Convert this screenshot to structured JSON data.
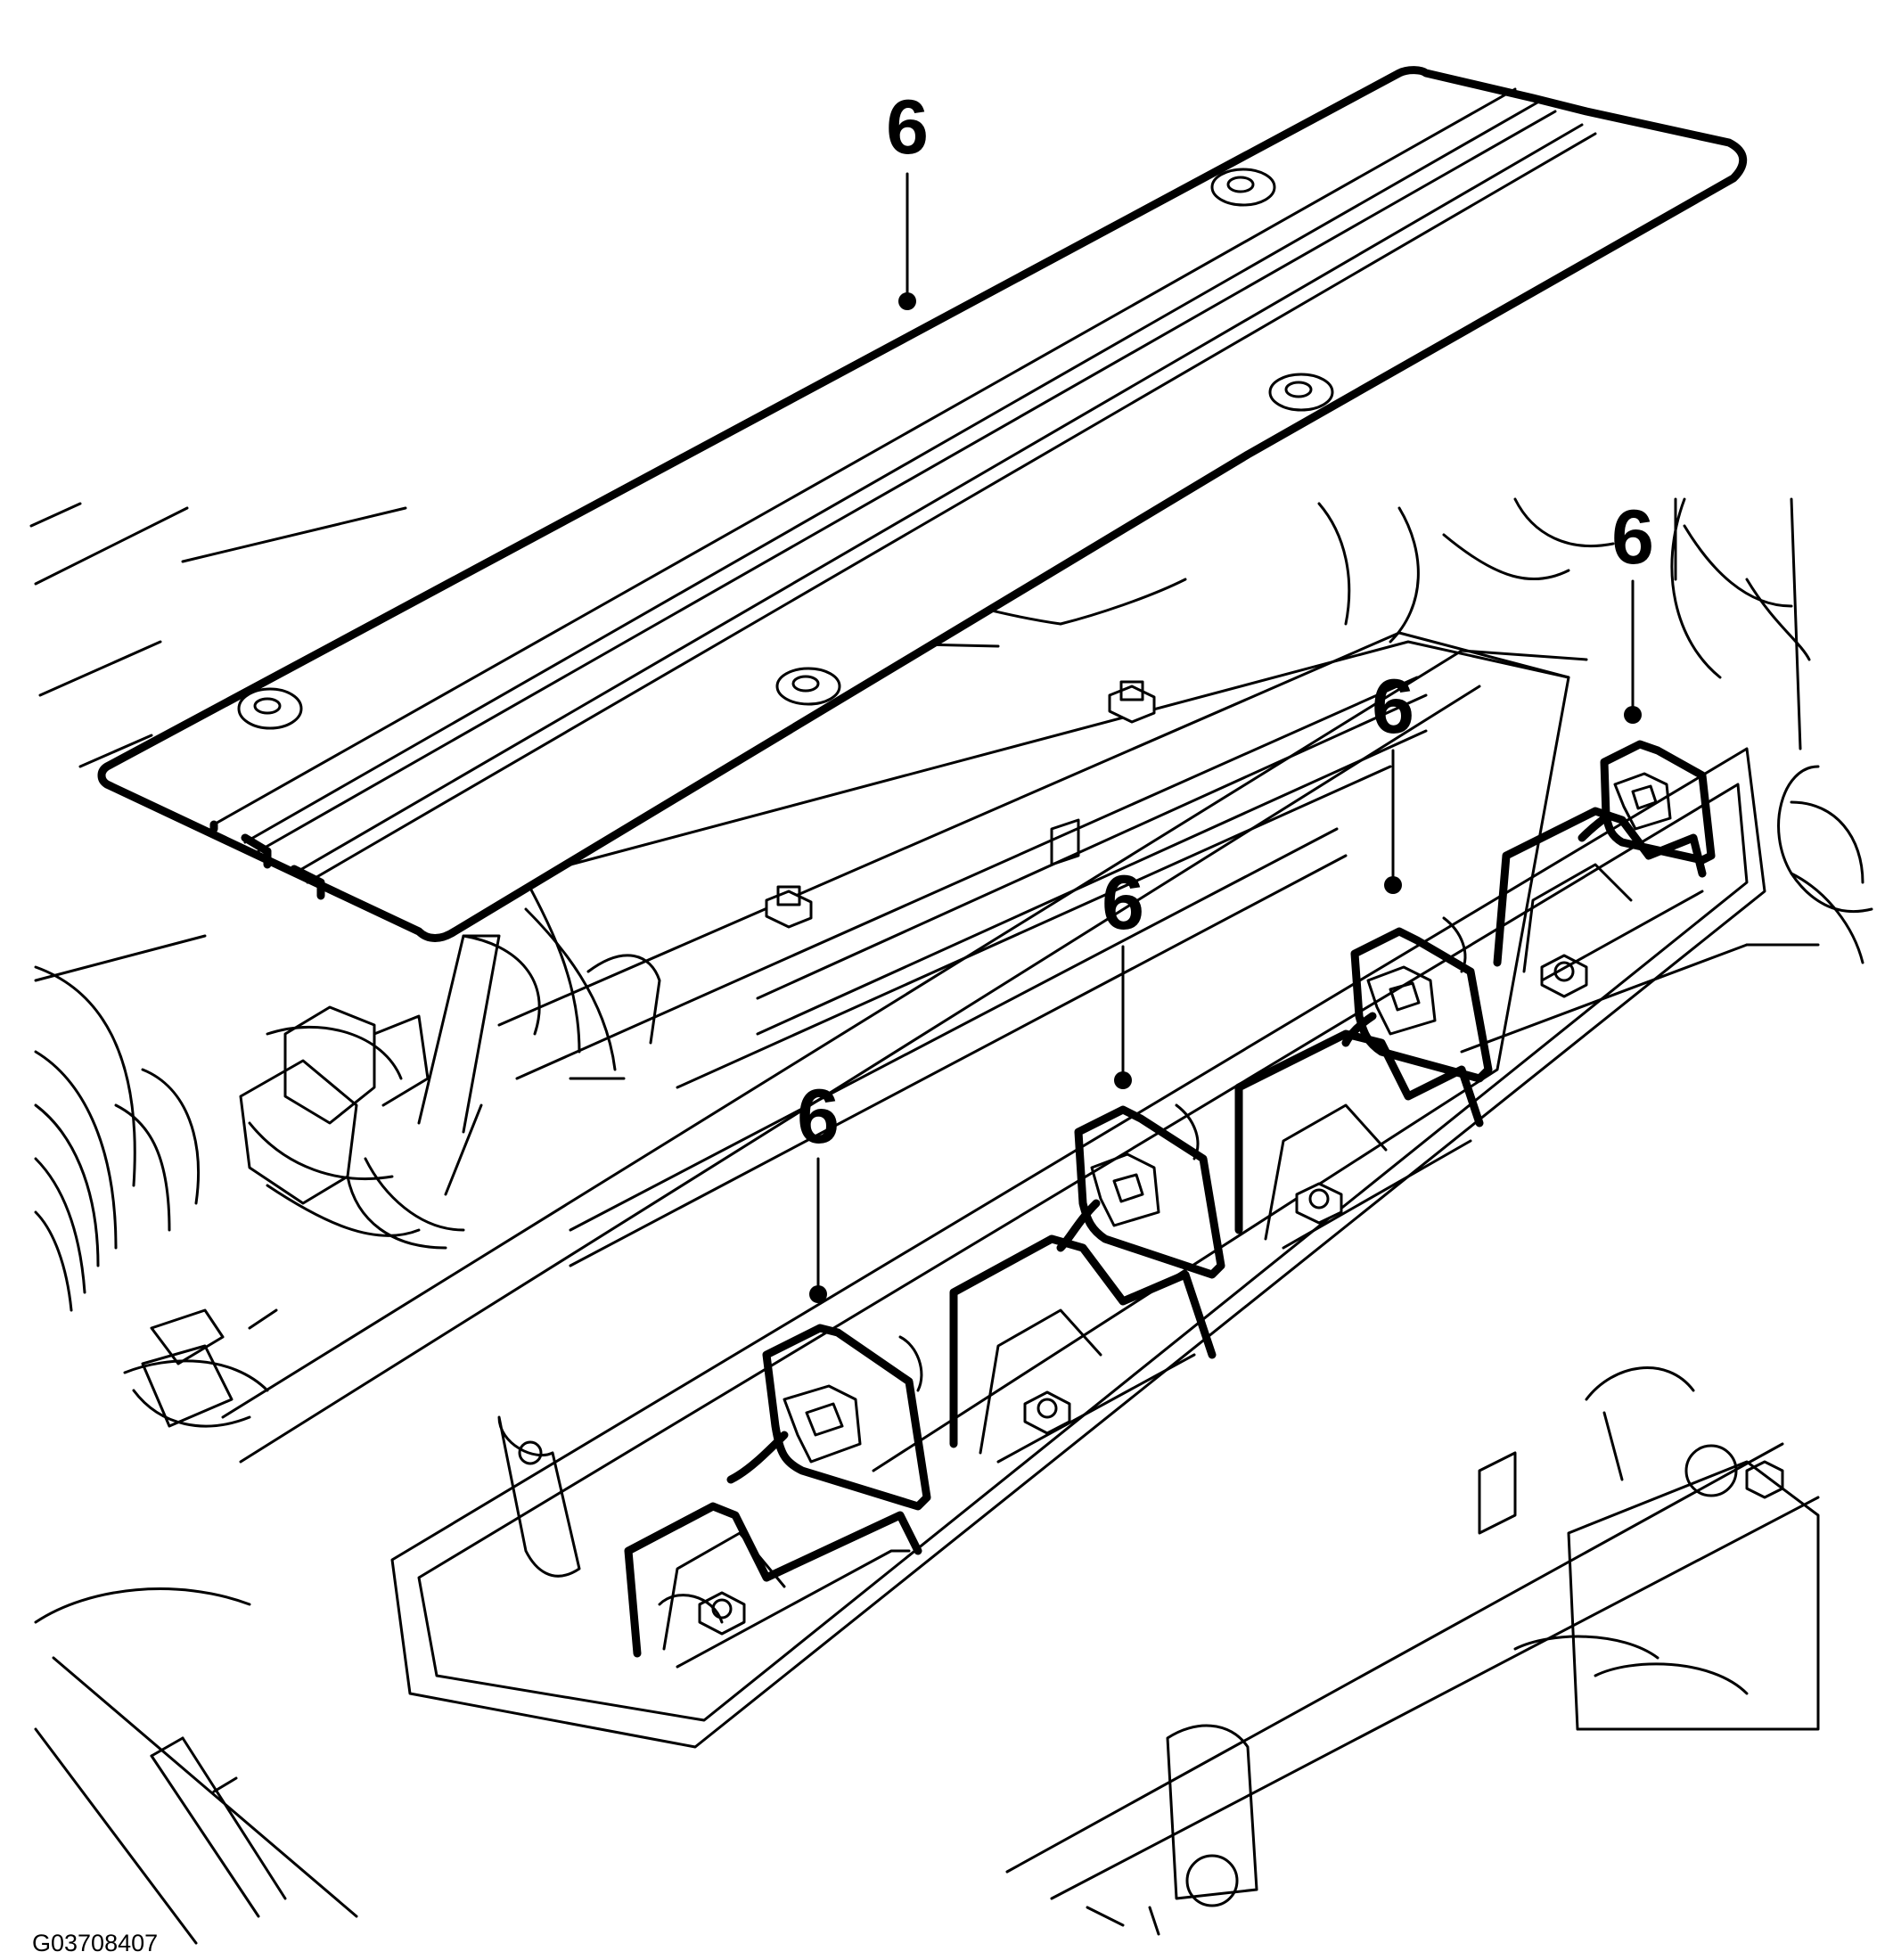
{
  "figure": {
    "id": "G03708407",
    "subject": "Engine top cover and ignition coil packs"
  },
  "callouts": [
    {
      "label": "6",
      "target": "engine-top-cover"
    },
    {
      "label": "6",
      "target": "ignition-coil-1"
    },
    {
      "label": "6",
      "target": "ignition-coil-2"
    },
    {
      "label": "6",
      "target": "ignition-coil-3"
    },
    {
      "label": "6",
      "target": "ignition-coil-4"
    }
  ],
  "colors": {
    "line": "#000000",
    "background": "#ffffff"
  }
}
